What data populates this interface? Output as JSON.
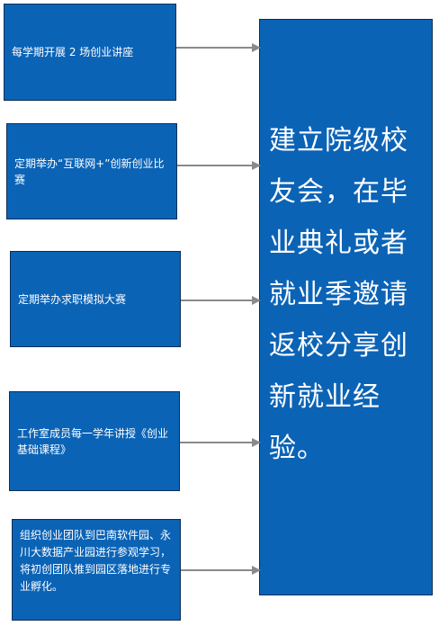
{
  "left_boxes": [
    {
      "text": "每学期开展 2 场创业讲座"
    },
    {
      "text": "定期举办“互联网+”创新创业比赛"
    },
    {
      "text": "定期举办求职模拟大赛"
    },
    {
      "text": "工作室成员每一学年讲授《创业基础课程》"
    },
    {
      "text": "组织创业团队到巴南软件园、永川大数据产业园进行参观学习，将初创团队推到园区落地进行专业孵化。"
    }
  ],
  "right_box": {
    "text": "建立院级校友会，在毕业典礼或者就业季邀请返校分享创新就业经验。"
  },
  "colors": {
    "box_fill": "#0b63b6",
    "box_border": "#0a2e57",
    "arrow": "#8a8a8a"
  }
}
